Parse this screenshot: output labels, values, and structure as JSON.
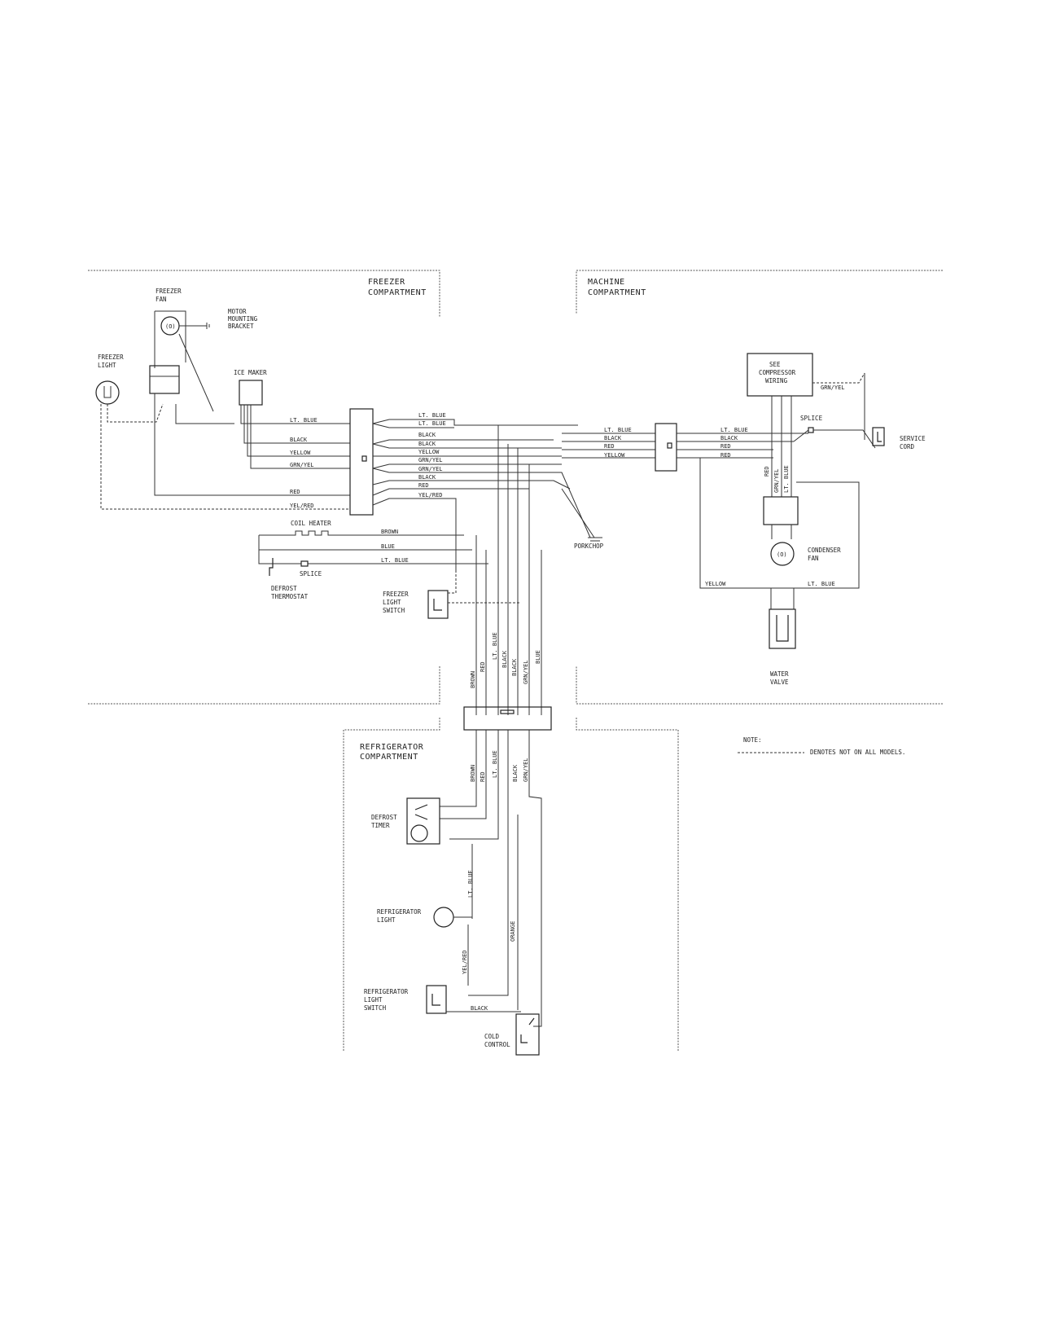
{
  "compartments": {
    "freezer": [
      "FREEZER",
      "COMPARTMENT"
    ],
    "machine": [
      "MACHINE",
      "COMPARTMENT"
    ],
    "refrigerator": [
      "REFRIGERATOR",
      "COMPARTMENT"
    ]
  },
  "components": {
    "freezer_fan": [
      "FREEZER",
      "FAN"
    ],
    "motor_bracket": [
      "MOTOR",
      "MOUNTING",
      "BRACKET"
    ],
    "freezer_light": [
      "FREEZER",
      "LIGHT"
    ],
    "ice_maker": "ICE MAKER",
    "compressor_wiring": [
      "SEE",
      "COMPRESSOR",
      "WIRING"
    ],
    "splice_machine": "SPLICE",
    "service_cord": [
      "SERVICE",
      "CORD"
    ],
    "porkchop": "PORKCHOP",
    "coil_heater": "COIL HEATER",
    "splice_defrost": "SPLICE",
    "defrost_thermostat": [
      "DEFROST",
      "THERMOSTAT"
    ],
    "freezer_light_switch": [
      "FREEZER",
      "LIGHT",
      "SWITCH"
    ],
    "condenser_fan": [
      "CONDENSER",
      "FAN"
    ],
    "water_valve": [
      "WATER",
      "VALVE"
    ],
    "defrost_timer": [
      "DEFROST",
      "TIMER"
    ],
    "refrigerator_light": [
      "REFRIGERATOR",
      "LIGHT"
    ],
    "refrigerator_light_switch": [
      "REFRIGERATOR",
      "LIGHT",
      "SWITCH"
    ],
    "cold_control": [
      "COLD",
      "CONTROL"
    ]
  },
  "wires": {
    "left_harness": [
      "LT. BLUE",
      "BLACK",
      "YELLOW",
      "GRN/YEL",
      "RED",
      "YEL/RED"
    ],
    "center_harness": [
      "LT. BLUE",
      "LT. BLUE",
      "BLACK",
      "BLACK",
      "YELLOW",
      "GRN/YEL",
      "GRN/YEL",
      "BLACK",
      "RED",
      "YEL/RED"
    ],
    "machine_left": [
      "LT. BLUE",
      "BLACK",
      "RED",
      "YELLOW"
    ],
    "machine_right": [
      "LT. BLUE",
      "BLACK",
      "RED",
      "RED"
    ],
    "grn_yel_top": "GRN/YEL",
    "compressor_vertical": [
      "RED",
      "GRN/YEL",
      "LT. BLUE"
    ],
    "water_valve_loop": [
      "YELLOW",
      "LT. BLUE"
    ],
    "defrost_row": [
      "BROWN",
      "BLUE",
      "LT. BLUE"
    ],
    "freezer_vertical": [
      "BROWN",
      "RED",
      "LT. BLUE",
      "BLACK",
      "BLACK",
      "GRN/YEL",
      "BLUE"
    ],
    "fridge_vertical": [
      "BROWN",
      "RED",
      "LT. BLUE",
      "BLACK",
      "GRN/YEL"
    ],
    "fridge_light_up": "LT. BLUE",
    "fridge_light_down": "YEL/RED",
    "orange": "ORANGE",
    "switch_black": "BLACK"
  },
  "note": {
    "title": "NOTE:",
    "text": "DENOTES NOT ON ALL MODELS."
  },
  "colors": {
    "ink": "#333333",
    "paper": "#ffffff"
  }
}
